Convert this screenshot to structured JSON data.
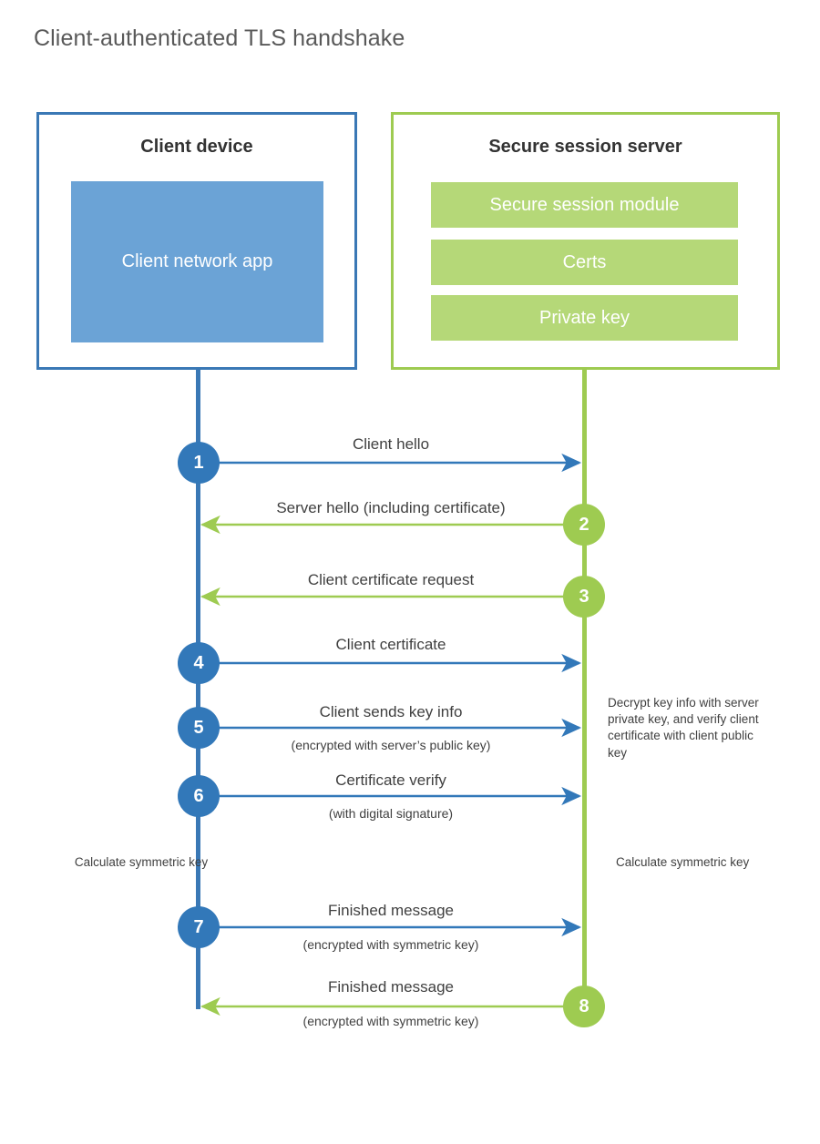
{
  "title": "Client-authenticated TLS handshake",
  "colors": {
    "client_blue": "#3278b9",
    "client_box_border": "#3a78b5",
    "client_app_fill": "#6ba3d6",
    "server_green": "#9ecb51",
    "server_item_fill": "#b5d878",
    "text": "#404040",
    "title_text": "#595959",
    "background": "#ffffff"
  },
  "client": {
    "title": "Client device",
    "app_label": "Client network app"
  },
  "server": {
    "title": "Secure session server",
    "items": [
      {
        "label": "Secure session module"
      },
      {
        "label": "Certs"
      },
      {
        "label": "Private key"
      }
    ]
  },
  "steps": [
    {
      "number": "1",
      "side": "client",
      "direction": "client-to-server",
      "label": "Client hello",
      "sublabel": ""
    },
    {
      "number": "2",
      "side": "server",
      "direction": "server-to-client",
      "label": "Server hello (including certificate)",
      "sublabel": ""
    },
    {
      "number": "3",
      "side": "server",
      "direction": "server-to-client",
      "label": "Client certificate request",
      "sublabel": ""
    },
    {
      "number": "4",
      "side": "client",
      "direction": "client-to-server",
      "label": "Client certificate",
      "sublabel": ""
    },
    {
      "number": "5",
      "side": "client",
      "direction": "client-to-server",
      "label": "Client sends key info",
      "sublabel": "(encrypted with server’s public key)"
    },
    {
      "number": "6",
      "side": "client",
      "direction": "client-to-server",
      "label": "Certificate verify",
      "sublabel": "(with digital signature)"
    },
    {
      "number": "7",
      "side": "client",
      "direction": "client-to-server",
      "label": "Finished message",
      "sublabel": "(encrypted with symmetric key)"
    },
    {
      "number": "8",
      "side": "server",
      "direction": "server-to-client",
      "label": "Finished message",
      "sublabel": "(encrypted with symmetric key)"
    }
  ],
  "notes": {
    "server_decrypt": "Decrypt key info with server private key, and verify client certificate with client public key",
    "client_calculate": "Calculate symmetric key",
    "server_calculate": "Calculate symmetric key"
  }
}
